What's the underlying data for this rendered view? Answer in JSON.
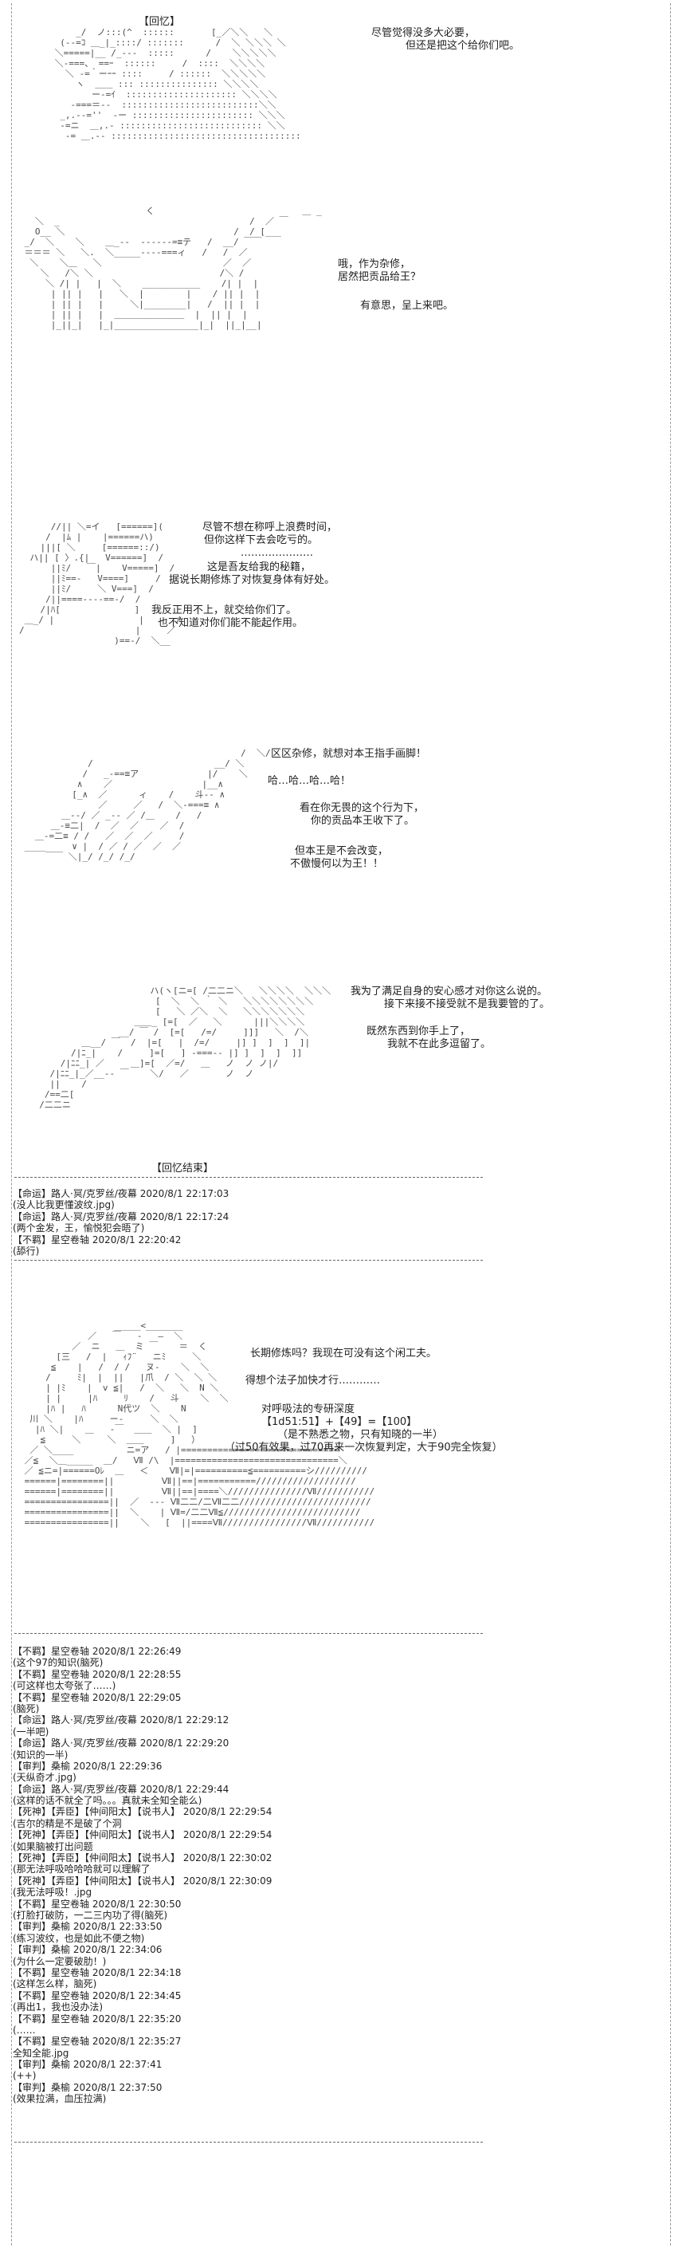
{
  "panels": [
    {
      "id": "p1",
      "label": "【回忆】",
      "lines": [
        "尽管觉得没多大必要，",
        "但还是把这个给你们吧。"
      ],
      "art": "     _/  ノ:::(^  ::::::       [_／＼＼   ＼\n  (--=ｺ ＿_|_::::/ :::::::      /  ＼ ＼＼＼ ＼\n ＼=====|__ /_---  :::::      /    ＼＼＼＼＼\n ＼-===、 ==ｰ  ::::::     /  ::::  ＼＼＼＼\n   ＼ ‐=｀ーｰｰ ::::     / ::::::  ＼＼＼＼＼\n     ヽ  ＿＿ ::: ::::::::::::::: ＼＼＼＼\n        ー-=ｲ  ::::::::::::::::::::: ＼＼＼＼\n    ‐===＝--  ::::::::::::::::::::::::::＼＼\n  _,.-‐=''  -ー ::::::::::::::::::::::: ＼＼＼\n  -=ニ  ＿,.- ::::::::::::::::::::::::::: ＼＼\n   -= ＿.-‐ ::::::::::::::::::::::::::::::::::::"
    },
    {
      "id": "p2",
      "lines": [
        "哦，作为杂修，",
        "居然把贡品给王？",
        "有意思，呈上来吧。"
      ],
      "art": "                        く                            ＿ _\n   ＼  _                                    /  ／ ￣\n   O__ ＼                                /  / [___\n _/  ＼    ＼    ＿_--  ------=≡テ   /  __/ ￣￣\n ＝＝＝ ＼   ＼.  ＼_____----===ィ   /   /  ／\n  ＼    ＼＿   ＼                       ／  ／\n    ＼   /＼ ＼                        /＼ /\n     ＼ /| |   |  ＼    ___________    /| |  |\n      | || |   |   ＼  |        |    / || |  |\n      | || |   |     ＼|________|   /  || |  |\n      | || |   |  ＿＿＿＿＿＿＿＿  |  || |  |\n      |_||_|   |_|________________|_|  ||_|__|"
    },
    {
      "id": "p3",
      "lines": [
        "尽管不想在称呼上浪费时间，",
        "但你这样下去会吃亏的。",
        "…………………",
        "这是吾友给我的秘籍，",
        "据说长期修炼了对恢复身体有好处。",
        "我反正用不上，就交给你们了。",
        "也不知道对你们能不能起作用。"
      ],
      "art": "      //|| ＼=イ   [======](     \n     /  |ﾑ |    |======ハ)     \n    |||[ ＼     [======::/)   \n  ハ|| [ 〉.{|   V======]  /   \n      ||ﾐ/   ￣|    V=====]  / \n      ||ﾐ==-   V====]     /    \n      ||ﾐ/     ＼ V===]  /     \n     /||====----==-/  /        \n    /|ﾊ[              ]        \n ＿_/ |                |      /\n/                     |     ／\n                  )==-/  ＼__"
    },
    {
      "id": "p4",
      "lines": [
        "区区杂修，就想对本王指手画脚！",
        "哈…哈…哈…哈！",
        "看在你无畏的这个行为下，",
        "你的贡品本王收下了。",
        "但本王是不会改变，",
        "不傲慢何以为王！！"
      ],
      "art": "                                          /  ＼/\n             /                       __/ ＼\n            /   _-==≡ア             |/    ＼\n           ∧    ／                 |__∧\n          [_∧  ／      ィ    /    斗-- ∧\n               ／     ／   /  ＼-===≡ ∧\n        ＿--/ ／ _-‐ ／ /＿    /   /\n      ＿-≡二|  /  ／  ／    ／  /\n   ＿-=二≡ / /   ／  ／  ／     /\n ____     ∨ |  / ／ / ／  ／  ／\n     ￣￣ ＼|_/ /_/ /_/"
    },
    {
      "id": "p5",
      "label": "【回忆结束】",
      "lines": [
        "我为了满足自身的安心感才对你这么说的。",
        "接下来接不接受就不是我要管的了。",
        "既然东西到你手上了，",
        "我就不在此多逗留了。"
      ],
      "art": "                       ハ(ヽ[ニ=[ /二二ニ＼   ＼＼＼＼  ＼＼＼    ＼＼\n                        [  ＼  ＼ ｀ ＼   ＼＼＼＼＼＼＼＼\n                        [   ＼ ／＼  ＼   ＼＼＼＼＼＼＼\n                    ＿＿_ [=[  ／   ＼      |||＼＼＼＼\n                 __/ ￣ /  [=[   /=/     ]]]   ＼  /＼\n          ＿__/ ￣  /  |=[   |  /=/     |] ]  ]  ]  ]|\n        /|ﾆ_|    /     ]=[   ] ‐===-- |] ]  ]  ]  ]]\n      /|ﾆﾆ_| ／     ＿]=[  ／=/   ＿   ノ  ノ ノ|/\n    /|ﾆﾆ_|_／__-‐ ￣    ＼/   ／       ノ  ノ\n    ||    /  \n   /==二[\n  /二二ニ"
    },
    {
      "id": "p6",
      "lines": [
        "长期修炼吗？我现在可没有这个闲工夫。",
        "得想个法子加快才行…………",
        "对呼吸法的专研深度",
        "【1d51:51】+【49】=【100】",
        "（是不熟悉之物，只有知晓的一半）",
        "（过50有效果，过70再来一次恢复判定，大于90完全恢复）"
      ],
      "art": "                  _____<_______\n             ／   ￣   -   ―  ＼\n          ／  ニ   ＿  ミ ￣    ＝  く\n       [三   /  |   ｨﾌ¨   ニﾐ     ＼\n      ≦    |   /  / /   ヌ‐    ＼  ＼\n     /     ﾐ|  |  ||   |爪  / ＼  ＼ ＼\n     | |ﾐ    |  v ≦|   /  ＼   ＼  N ＼\n     | |     |ﾊ     ﾘ    /   斗    ＼  ＼\n     |ﾊ |   ﾊ      N代ツ  ＼    N\n  川 ＼    |ﾊ     ー‐     ＼  ＼  \n   |ﾊ ＼|    ＿   ‐￣  ＿＿  ＼ |  ]  \n    ≦     ＼     ＼  ＿＿     ]   ）\n  ／ ＼____          ニ=ア   / |==============================\n ／≦  ＼＿_____  ＿/   Ⅶ /\\  |===============================＼\n ／ ≦ニ=|======Oﾚ  ＿   ＜    Ⅶ|=|==========≦==========シ//////////\n ======|========||         Ⅶ||==|===========///////////////////\n ======|========||         Ⅶ||==|====＼///////////////Ⅶ///////////\n ================||  ／  --- Ⅶ二二/二Ⅶ二二/////////////////////////\n ================||  ＼    | Ⅶ=/二二Ⅶ≦//////////////////////////\n ================||    ＼   [  ||====Ⅶ////////////////Ⅶ///////////"
    }
  ],
  "logs": [
    [
      "【命运】路人·冥/克罗丝/夜幕 2020/8/1 22:17:03",
      "(没人比我更懂波纹.jpg)",
      "【命运】路人·冥/克罗丝/夜幕 2020/8/1 22:17:24",
      "(两个金发，王，愉悦犯会晤了)",
      "【不羁】星空卷轴 2020/8/1 22:20:42",
      "(舔行)"
    ],
    [
      "【不羁】星空卷轴 2020/8/1 22:26:49",
      "(这个97的知识(脑死)",
      "【不羁】星空卷轴 2020/8/1 22:28:55",
      "(可这样也太夸张了……)",
      "【不羁】星空卷轴 2020/8/1 22:29:05",
      "(脑死)",
      "【命运】路人·冥/克罗丝/夜幕 2020/8/1 22:29:12",
      "(一半吧)",
      "【命运】路人·冥/克罗丝/夜幕 2020/8/1 22:29:20",
      "(知识的一半)",
      "【审判】桑榆 2020/8/1 22:29:36",
      "(天纵奇才.jpg)",
      "【命运】路人·冥/克罗丝/夜幕 2020/8/1 22:29:44",
      "(这样的话不就全了吗。。。真就未全知全能么)",
      "【死神】【弄臣】【仲间阳太】【说书人】 2020/8/1 22:29:54",
      "(吉尔的精是不是破了个洞",
      "【死神】【弄臣】【仲间阳太】【说书人】 2020/8/1 22:29:54",
      "(如果脑被打出问题",
      "【死神】【弄臣】【仲间阳太】【说书人】 2020/8/1 22:30:02",
      "(那无法呼吸哈哈哈就可以理解了",
      "【死神】【弄臣】【仲间阳太】【说书人】 2020/8/1 22:30:09",
      "(我无法呼吸！.jpg",
      "【不羁】星空卷轴 2020/8/1 22:30:50",
      "(打脸打破防，一二三内功了得(脑死)",
      "【审判】桑榆 2020/8/1 22:33:50",
      "(练习波纹，也是如此不便之物)",
      "【审判】桑榆 2020/8/1 22:34:06",
      "(为什么一定要破肋！)",
      "【不羁】星空卷轴 2020/8/1 22:34:18",
      "(这样怎么样，脑死)",
      "【不羁】星空卷轴 2020/8/1 22:34:45",
      "(再出1，我也没办法)",
      "【不羁】星空卷轴 2020/8/1 22:35:20",
      "(……",
      "【不羁】星空卷轴 2020/8/1 22:35:27",
      "全知全能.jpg",
      "【审判】桑榆 2020/8/1 22:37:41",
      "(++)",
      "【审判】桑榆 2020/8/1 22:37:50",
      "(效果拉满，血压拉满)"
    ]
  ]
}
